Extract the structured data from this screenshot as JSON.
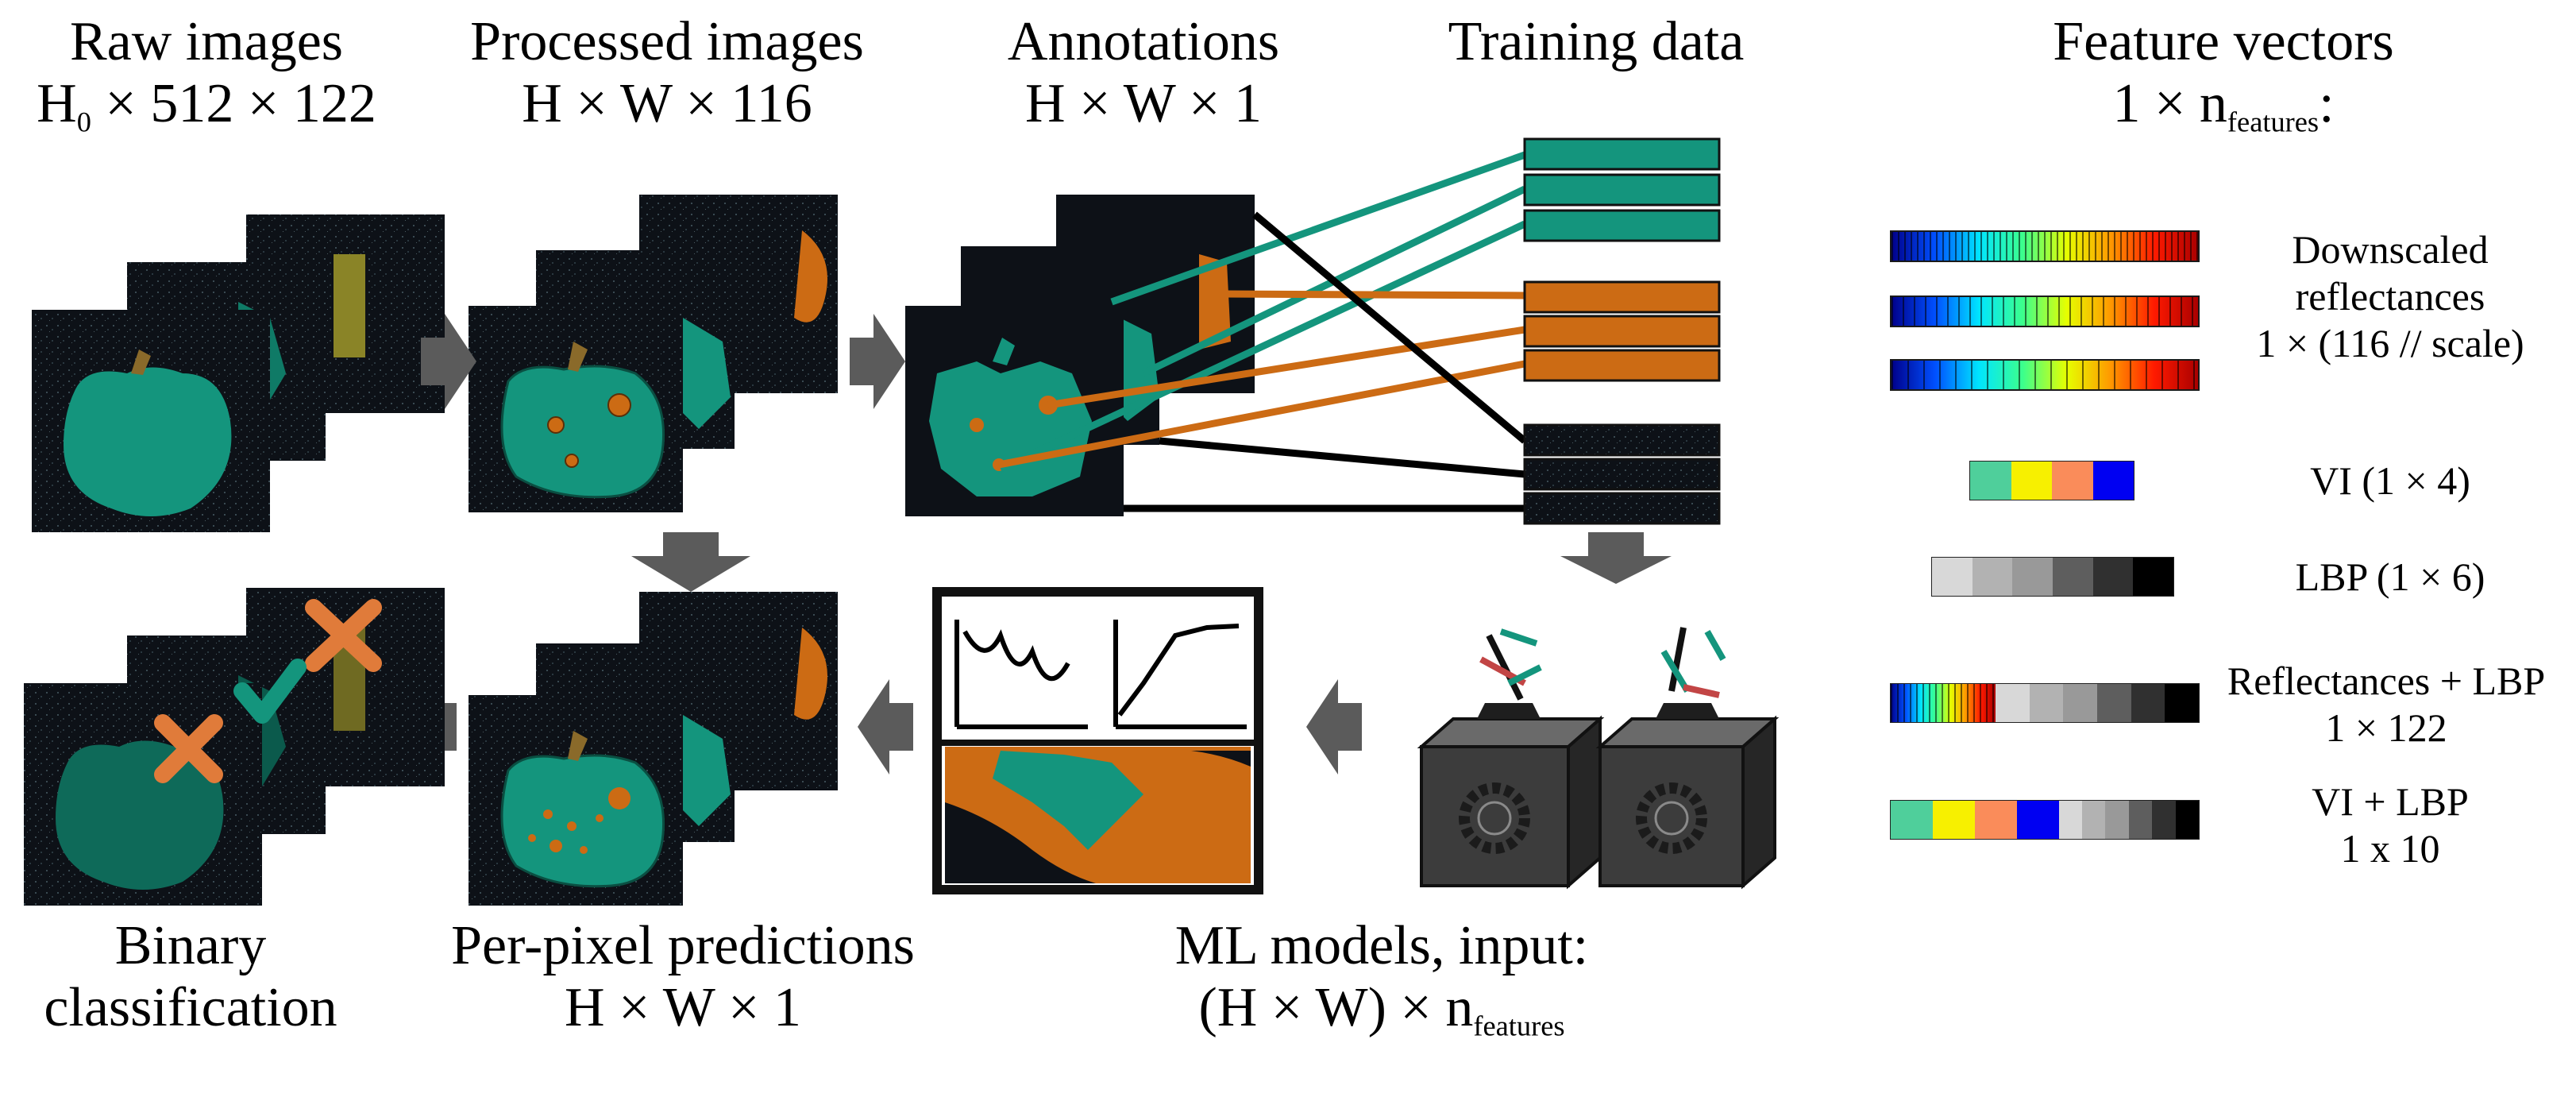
{
  "labels": {
    "raw_images": {
      "title": "Raw images",
      "dims_prefix": "H",
      "dims_sub": "0",
      "dims_suffix": " × 512 × 122"
    },
    "processed_images": {
      "title": "Processed images",
      "dims": "H × W × 116"
    },
    "annotations": {
      "title": "Annotations",
      "dims": "H × W × 1"
    },
    "training_data": {
      "title": "Training data"
    },
    "feature_vectors": {
      "title": "Feature vectors",
      "dims_prefix": "1 × n",
      "dims_sub": "features",
      "dims_suffix": ":"
    },
    "binary_classification": {
      "line1": "Binary",
      "line2": "classification"
    },
    "per_pixel_predictions": {
      "title": "Per-pixel predictions",
      "dims": "H × W × 1"
    },
    "ml_models": {
      "title": "ML models, input:",
      "dims_prefix": "(H × W) × n",
      "dims_sub": "features"
    }
  },
  "features": [
    {
      "name": "downscaled-reflectances",
      "line1": "Downscaled",
      "line2": "reflectances",
      "line3": "1 × (116 // scale)"
    },
    {
      "name": "vi",
      "line1": "VI (1 × 4)"
    },
    {
      "name": "lbp",
      "line1": "LBP (1 × 6)"
    },
    {
      "name": "reflectances-lbp",
      "line1": "Reflectances + LBP",
      "line2": "1 × 122"
    },
    {
      "name": "vi-lbp",
      "line1": "VI  +  LBP",
      "line2": "1 x 10"
    }
  ],
  "colors": {
    "teal": "#14957d",
    "orange": "#cc6b14",
    "dark": "#0d1117",
    "arrow": "#5b5b5b",
    "olive": "#8a8427",
    "vi": [
      "#4fcf9b",
      "#f7f000",
      "#fa8c5a",
      "#0000f2"
    ],
    "lbp": [
      "#d8d8d8",
      "#b2b2b2",
      "#999999",
      "#5e5e5e",
      "#303030",
      "#000000"
    ]
  },
  "icons": [
    "arrow-right-icon",
    "arrow-down-icon",
    "arrow-left-icon",
    "check-icon",
    "cross-icon",
    "black-box-model-icon",
    "gear-icon",
    "line-plot-icon"
  ]
}
